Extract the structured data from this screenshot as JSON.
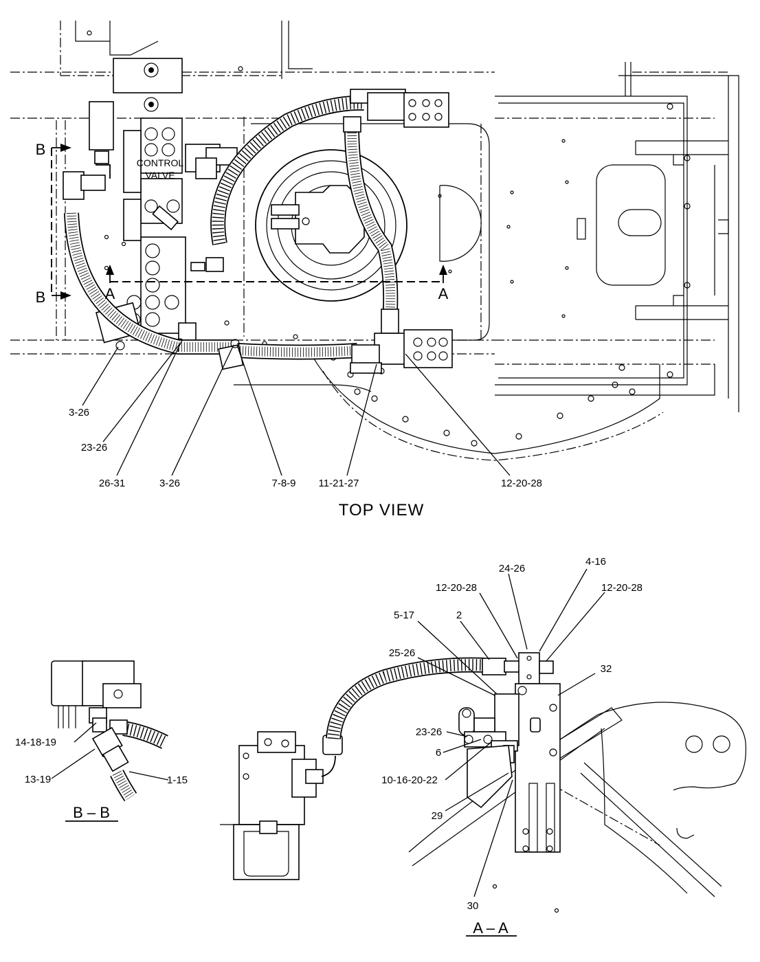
{
  "top_view": {
    "title": "TOP VIEW",
    "control_valve_label": [
      "CONTROL",
      "VALVE"
    ],
    "section_marks": {
      "a_left": "A",
      "a_right": "A",
      "b_top": "B",
      "b_bottom": "B"
    },
    "callouts": [
      "3-26",
      "23-26",
      "26-31",
      "3-26",
      "7-8-9",
      "11-21-27",
      "12-20-28"
    ]
  },
  "section_bb": {
    "title": "B – B",
    "callouts": [
      "14-18-19",
      "13-19",
      "1-15"
    ]
  },
  "section_aa": {
    "title": "A – A",
    "callouts": [
      "24-26",
      "4-16",
      "12-20-28",
      "12-20-28",
      "5-17",
      "2",
      "25-26",
      "32",
      "23-26",
      "6",
      "10-16-20-22",
      "29",
      "30"
    ]
  }
}
